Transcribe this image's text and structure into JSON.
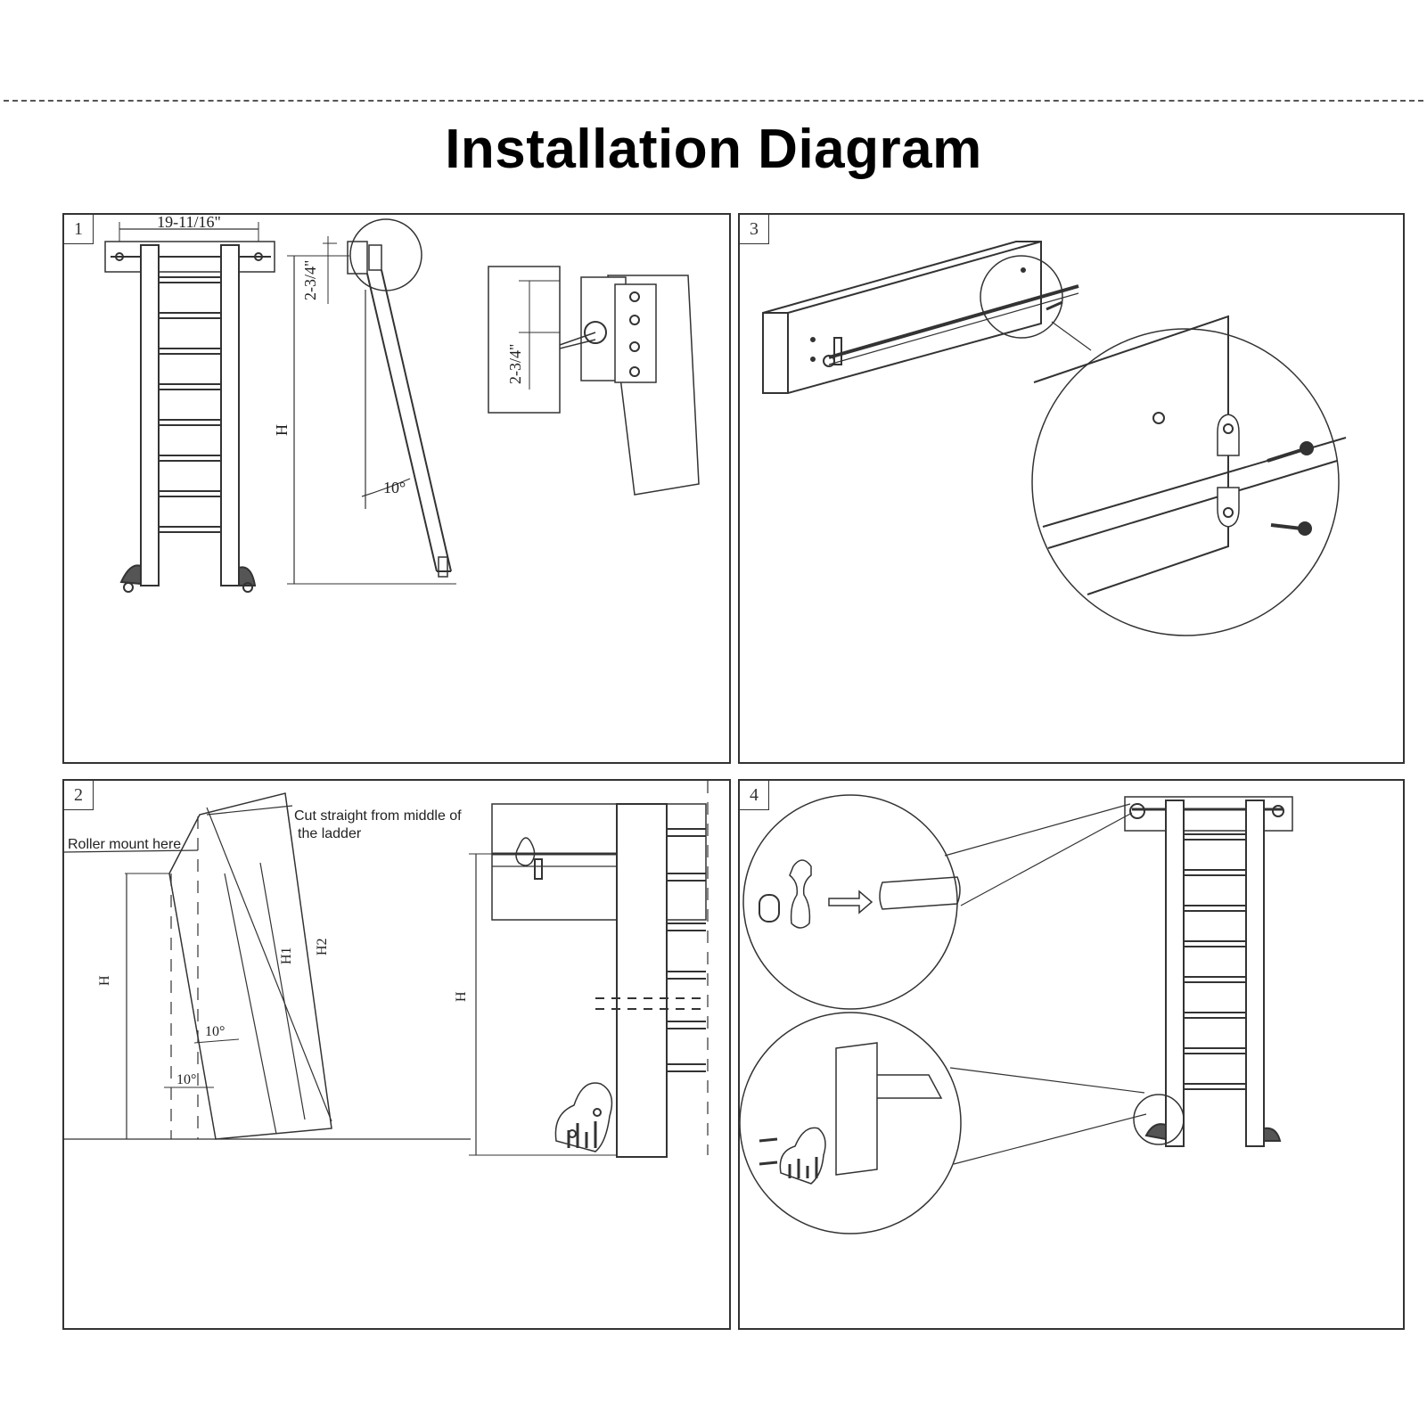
{
  "title": "Installation Diagram",
  "panels": [
    {
      "number": "1",
      "labels": {
        "width": "19-11/16\"",
        "offset_a": "2-3/4\"",
        "offset_b": "2-3/4\"",
        "height": "H",
        "angle": "10°"
      }
    },
    {
      "number": "3"
    },
    {
      "number": "2",
      "labels": {
        "roller": "Roller mount here",
        "cut_line1": "Cut straight from middle of",
        "cut_line2": "the ladder",
        "h": "H",
        "h1": "H1",
        "h2": "H2",
        "angle_a": "10°",
        "angle_b": "10°",
        "h_right": "H"
      }
    },
    {
      "number": "4"
    }
  ]
}
